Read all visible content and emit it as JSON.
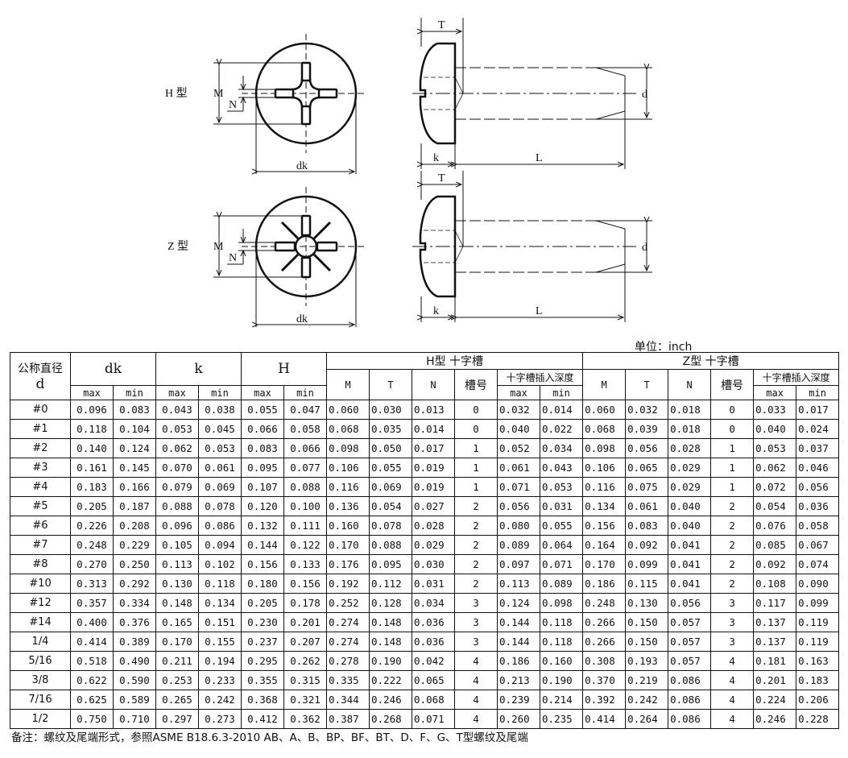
{
  "drawings": {
    "h_type": {
      "label": "H 型",
      "dim_M": "M",
      "dim_N": "N",
      "dim_dk": "dk"
    },
    "z_type": {
      "label": "Z 型",
      "dim_M": "M",
      "dim_N": "N",
      "dim_dk": "dk"
    },
    "side_view": {
      "dim_T": "T",
      "dim_d": "d",
      "dim_k": "k",
      "dim_L": "L"
    }
  },
  "unit": "单位：inch",
  "table": {
    "header": {
      "nominal_line1": "公称直径",
      "nominal_line2": "d",
      "dk": "dk",
      "k": "k",
      "H": "H",
      "h_group": "H型  十字槽",
      "z_group": "Z型  十字槽",
      "M": "M",
      "T": "T",
      "N": "N",
      "slot_no": "槽号",
      "depth": "十字槽插入深度",
      "max": "max",
      "min": "min"
    },
    "rows": [
      [
        "#0",
        "0.096",
        "0.083",
        "0.043",
        "0.038",
        "0.055",
        "0.047",
        "0.060",
        "0.030",
        "0.013",
        "0",
        "0.032",
        "0.014",
        "0.060",
        "0.032",
        "0.018",
        "0",
        "0.033",
        "0.017"
      ],
      [
        "#1",
        "0.118",
        "0.104",
        "0.053",
        "0.045",
        "0.066",
        "0.058",
        "0.068",
        "0.035",
        "0.014",
        "0",
        "0.040",
        "0.022",
        "0.068",
        "0.039",
        "0.018",
        "0",
        "0.040",
        "0.024"
      ],
      [
        "#2",
        "0.140",
        "0.124",
        "0.062",
        "0.053",
        "0.083",
        "0.066",
        "0.098",
        "0.050",
        "0.017",
        "1",
        "0.052",
        "0.034",
        "0.098",
        "0.056",
        "0.028",
        "1",
        "0.053",
        "0.037"
      ],
      [
        "#3",
        "0.161",
        "0.145",
        "0.070",
        "0.061",
        "0.095",
        "0.077",
        "0.106",
        "0.055",
        "0.019",
        "1",
        "0.061",
        "0.043",
        "0.106",
        "0.065",
        "0.029",
        "1",
        "0.062",
        "0.046"
      ],
      [
        "#4",
        "0.183",
        "0.166",
        "0.079",
        "0.069",
        "0.107",
        "0.088",
        "0.116",
        "0.069",
        "0.019",
        "1",
        "0.071",
        "0.053",
        "0.116",
        "0.075",
        "0.029",
        "1",
        "0.072",
        "0.056"
      ],
      [
        "#5",
        "0.205",
        "0.187",
        "0.088",
        "0.078",
        "0.120",
        "0.100",
        "0.136",
        "0.054",
        "0.027",
        "2",
        "0.056",
        "0.031",
        "0.134",
        "0.061",
        "0.040",
        "2",
        "0.054",
        "0.036"
      ],
      [
        "#6",
        "0.226",
        "0.208",
        "0.096",
        "0.086",
        "0.132",
        "0.111",
        "0.160",
        "0.078",
        "0.028",
        "2",
        "0.080",
        "0.055",
        "0.156",
        "0.083",
        "0.040",
        "2",
        "0.076",
        "0.058"
      ],
      [
        "#7",
        "0.248",
        "0.229",
        "0.105",
        "0.094",
        "0.144",
        "0.122",
        "0.170",
        "0.088",
        "0.029",
        "2",
        "0.089",
        "0.064",
        "0.164",
        "0.092",
        "0.041",
        "2",
        "0.085",
        "0.067"
      ],
      [
        "#8",
        "0.270",
        "0.250",
        "0.113",
        "0.102",
        "0.156",
        "0.133",
        "0.176",
        "0.095",
        "0.030",
        "2",
        "0.097",
        "0.071",
        "0.170",
        "0.099",
        "0.041",
        "2",
        "0.092",
        "0.074"
      ],
      [
        "#10",
        "0.313",
        "0.292",
        "0.130",
        "0.118",
        "0.180",
        "0.156",
        "0.192",
        "0.112",
        "0.031",
        "2",
        "0.113",
        "0.089",
        "0.186",
        "0.115",
        "0.041",
        "2",
        "0.108",
        "0.090"
      ],
      [
        "#12",
        "0.357",
        "0.334",
        "0.148",
        "0.134",
        "0.205",
        "0.178",
        "0.252",
        "0.128",
        "0.034",
        "3",
        "0.124",
        "0.098",
        "0.248",
        "0.130",
        "0.056",
        "3",
        "0.117",
        "0.099"
      ],
      [
        "#14",
        "0.400",
        "0.376",
        "0.165",
        "0.151",
        "0.230",
        "0.201",
        "0.274",
        "0.148",
        "0.036",
        "3",
        "0.144",
        "0.118",
        "0.266",
        "0.150",
        "0.057",
        "3",
        "0.137",
        "0.119"
      ],
      [
        "1/4",
        "0.414",
        "0.389",
        "0.170",
        "0.155",
        "0.237",
        "0.207",
        "0.274",
        "0.148",
        "0.036",
        "3",
        "0.144",
        "0.118",
        "0.266",
        "0.150",
        "0.057",
        "3",
        "0.137",
        "0.119"
      ],
      [
        "5/16",
        "0.518",
        "0.490",
        "0.211",
        "0.194",
        "0.295",
        "0.262",
        "0.278",
        "0.190",
        "0.042",
        "4",
        "0.186",
        "0.160",
        "0.308",
        "0.193",
        "0.057",
        "4",
        "0.181",
        "0.163"
      ],
      [
        "3/8",
        "0.622",
        "0.590",
        "0.253",
        "0.233",
        "0.355",
        "0.315",
        "0.335",
        "0.222",
        "0.065",
        "4",
        "0.213",
        "0.190",
        "0.370",
        "0.219",
        "0.086",
        "4",
        "0.201",
        "0.183"
      ],
      [
        "7/16",
        "0.625",
        "0.589",
        "0.265",
        "0.242",
        "0.368",
        "0.321",
        "0.344",
        "0.246",
        "0.068",
        "4",
        "0.239",
        "0.214",
        "0.392",
        "0.242",
        "0.086",
        "4",
        "0.224",
        "0.206"
      ],
      [
        "1/2",
        "0.750",
        "0.710",
        "0.297",
        "0.273",
        "0.412",
        "0.362",
        "0.387",
        "0.268",
        "0.071",
        "4",
        "0.260",
        "0.235",
        "0.414",
        "0.264",
        "0.086",
        "4",
        "0.246",
        "0.228"
      ]
    ]
  },
  "note": "备注：螺纹及尾端形式，参照ASME B18.6.3-2010 AB、A、B、BP、BF、BT、D、F、G、T型螺纹及尾端"
}
